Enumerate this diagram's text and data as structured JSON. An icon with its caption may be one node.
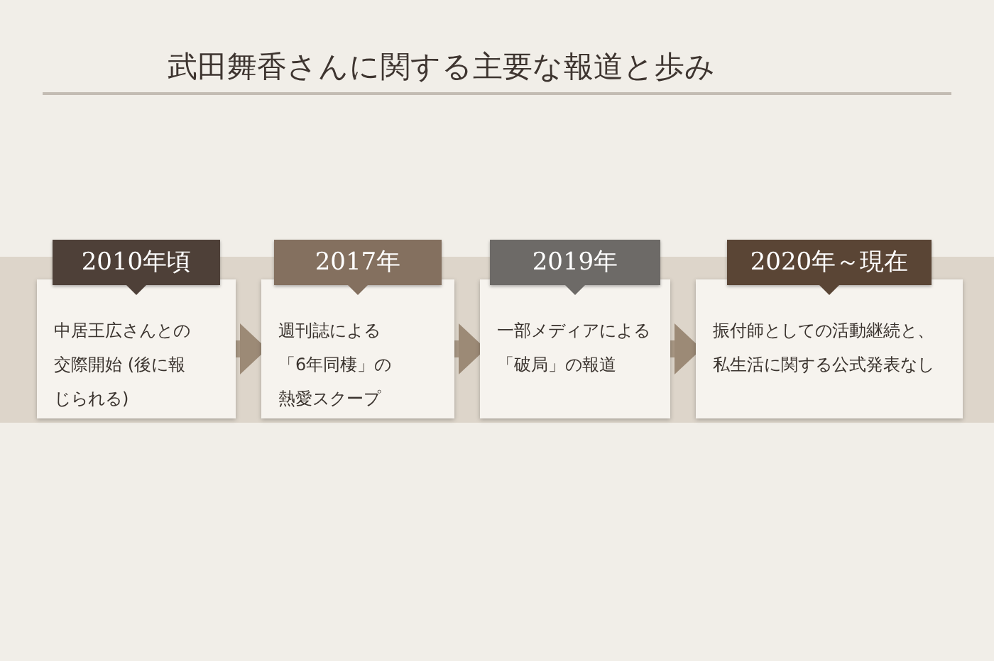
{
  "diagram": {
    "title": "武田舞香さんに関する主要な報道と歩み",
    "nodes": [
      {
        "text": [
          "2010年頃"
        ]
      },
      {
        "text": [
          "中居王広さんとの交際開始 (後に報じられる)"
        ]
      },
      {
        "text": [
          "2017年"
        ]
      },
      {
        "text": [
          "週刊誌による「6年同棲」の熱愛スクープ"
        ]
      },
      {
        "text": [
          "2019年"
        ]
      },
      {
        "text": [
          "一部メディアによる「破局」の報道"
        ]
      },
      {
        "text": [
          "2020年～現在"
        ]
      },
      {
        "text": [
          "振付師としての活動継続と、私生活に関する公式発表なし"
        ]
      }
    ],
    "edges": [
      {
        "from": 1,
        "to": 3,
        "arrow": "to"
      },
      {
        "from": 3,
        "to": 5,
        "arrow": "to"
      },
      {
        "from": 5,
        "to": 7,
        "arrow": "to"
      }
    ]
  }
}
